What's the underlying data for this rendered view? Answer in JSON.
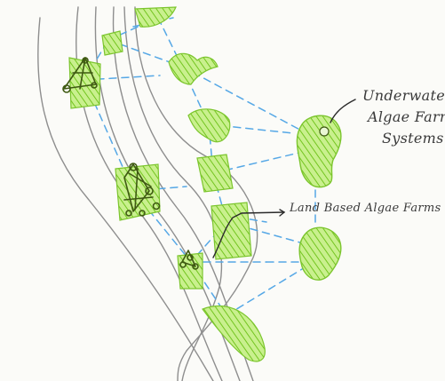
{
  "annotations": {
    "underwater": [
      "Underwater",
      "Algae Farm",
      "Systems"
    ],
    "land_based": "Land Based Algae Farms"
  },
  "colors": {
    "paper": "#fbfbf8",
    "pencil": "#8c8c8c",
    "green_fill": "#bff07a",
    "green_hatch": "#6cc21e",
    "green_dark": "#3f5a12",
    "network_dash": "#56a8e6",
    "ink": "#2a2a2a"
  }
}
